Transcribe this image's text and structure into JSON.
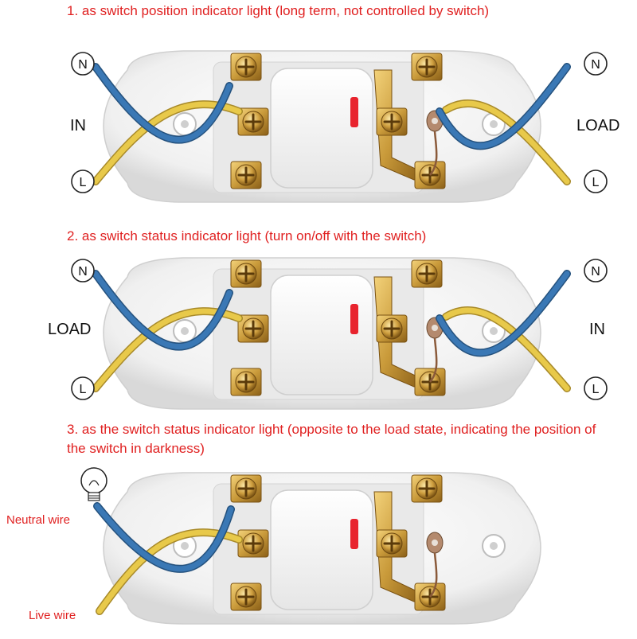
{
  "captions": {
    "one": "1. as switch position indicator light (long term, not controlled by switch)",
    "two": "2. as switch status indicator light (turn on/off with the switch)",
    "three": "3. as the switch status indicator light (opposite to the load state, indicating the position of the switch in darkness)"
  },
  "terminals": {
    "neutral": "N",
    "live": "L"
  },
  "labels": {
    "d1_left": "IN",
    "d1_right": "LOAD",
    "d2_left": "LOAD",
    "d2_right": "IN",
    "neutral_wire": "Neutral wire",
    "live_wire": "Live wire"
  },
  "icons": {
    "bulb": "light-bulb-icon",
    "screw": "terminal-screw-icon",
    "lamp": "neon-indicator-lamp-icon"
  },
  "colors": {
    "caption": "#e02020",
    "neutral_wire": "#3a78b5",
    "live_wire": "#e8c94a",
    "brass": "#c99a3a",
    "indicator": "#e8242e",
    "housing": "#f2f2f2"
  }
}
